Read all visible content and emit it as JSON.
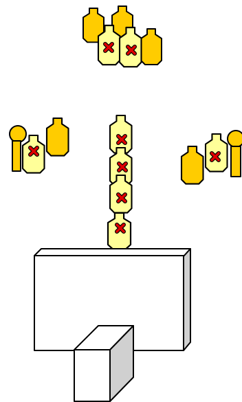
{
  "colors": {
    "target_front": "#ffff99",
    "target_back": "#ffcc00",
    "hit_mark": "#e00000",
    "barricade_front": "#ffffff",
    "barricade_side": "#d0d0d0",
    "outline": "#000000"
  },
  "groups": [
    {
      "name": "top-target-group",
      "front_targets": 2,
      "back_targets": 3,
      "hits": 2
    },
    {
      "name": "left-target-group",
      "front_targets": 1,
      "back_targets": 1,
      "steel_popper": true,
      "hits": 1
    },
    {
      "name": "center-target-column",
      "front_targets": 4,
      "back_targets": 0,
      "hits": 4
    },
    {
      "name": "right-target-group",
      "front_targets": 1,
      "back_targets": 1,
      "steel_popper": true,
      "hits": 1
    }
  ],
  "barricades": [
    {
      "name": "wall-barricade"
    },
    {
      "name": "shooting-box"
    }
  ]
}
